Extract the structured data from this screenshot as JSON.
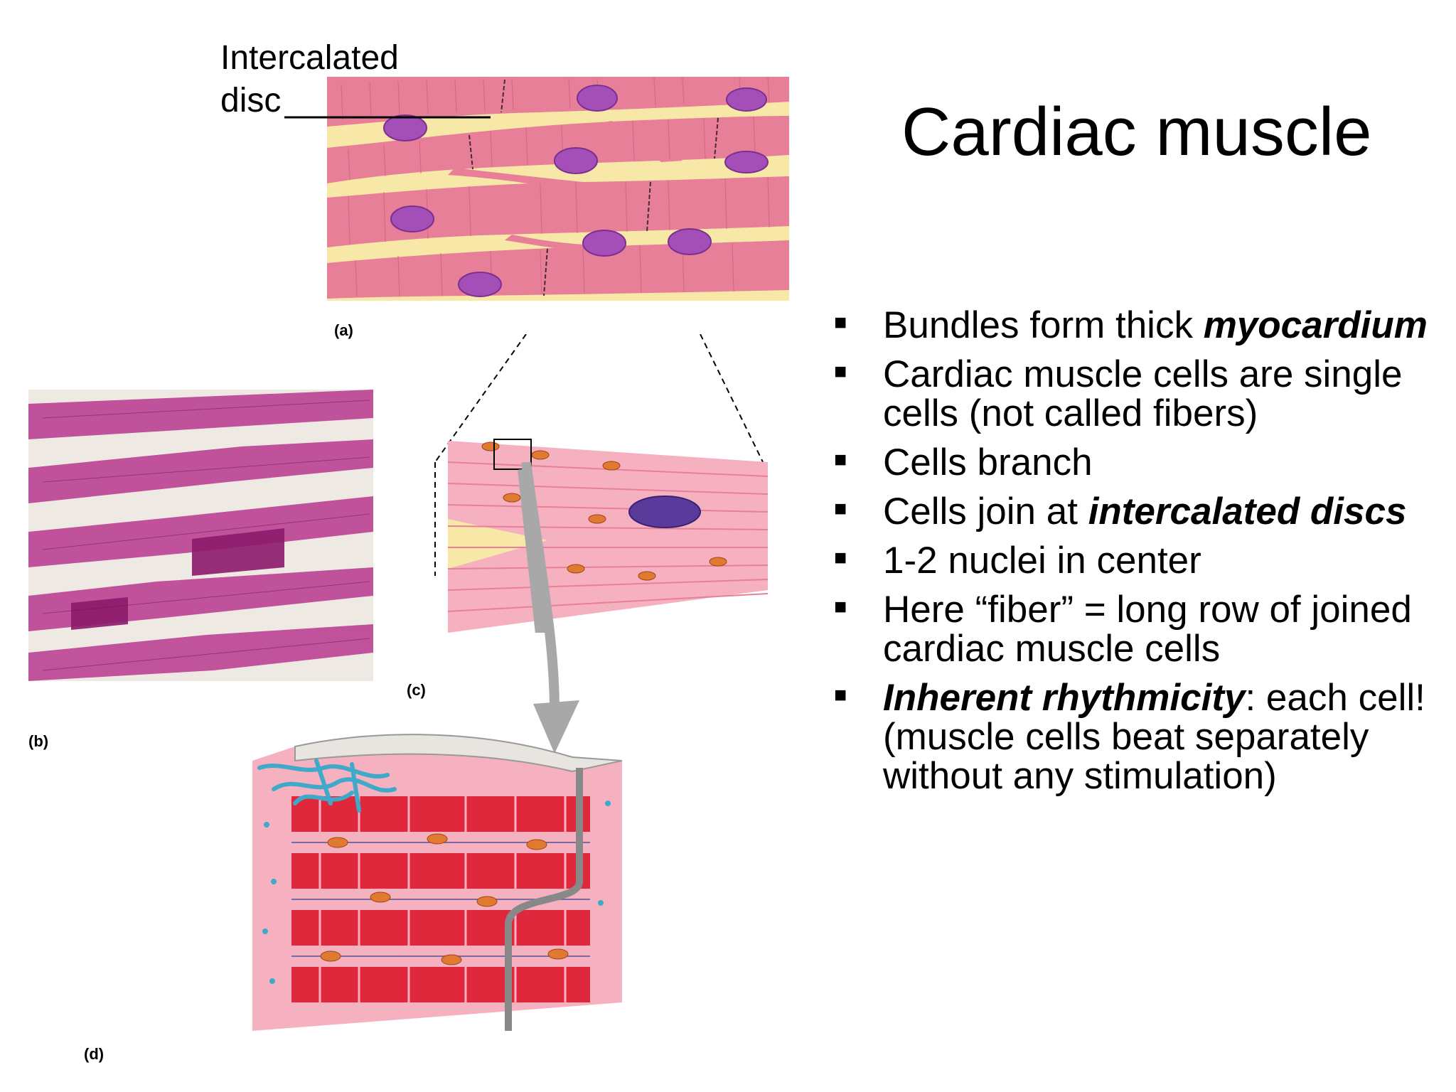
{
  "slide": {
    "title": "Cardiac muscle"
  },
  "figure": {
    "callout": {
      "line1": "Intercalated",
      "line2": "disc"
    },
    "panel_labels": {
      "a": "(a)",
      "b": "(b)",
      "c": "(c)",
      "d": "(d)"
    },
    "colors": {
      "muscle": "#e87f98",
      "muscle_light": "#f5b1c0",
      "connective": "#f7e8a8",
      "nucleus": "#a44fb8",
      "histology": "#b8388f",
      "myofibril": "#e0283c",
      "t_tubule": "#3fa9c9"
    }
  },
  "bullets": [
    {
      "parts": [
        {
          "text": "Bundles form thick "
        },
        {
          "text": "myocardium",
          "bold_italic": true
        }
      ]
    },
    {
      "parts": [
        {
          "text": "Cardiac muscle cells are single cells (not called fibers)"
        }
      ]
    },
    {
      "parts": [
        {
          "text": "Cells branch"
        }
      ]
    },
    {
      "parts": [
        {
          "text": "Cells join at "
        },
        {
          "text": "intercalated discs",
          "bold_italic": true
        }
      ]
    },
    {
      "parts": [
        {
          "text": "1-2 nuclei in center"
        }
      ]
    },
    {
      "parts": [
        {
          "text": "Here “fiber” = long row of joined cardiac muscle cells"
        }
      ]
    },
    {
      "parts": [
        {
          "text": "Inherent rhythmicity",
          "bold_italic": true
        },
        {
          "text": ": each cell! (muscle cells beat separately without any stimulation)"
        }
      ]
    }
  ]
}
